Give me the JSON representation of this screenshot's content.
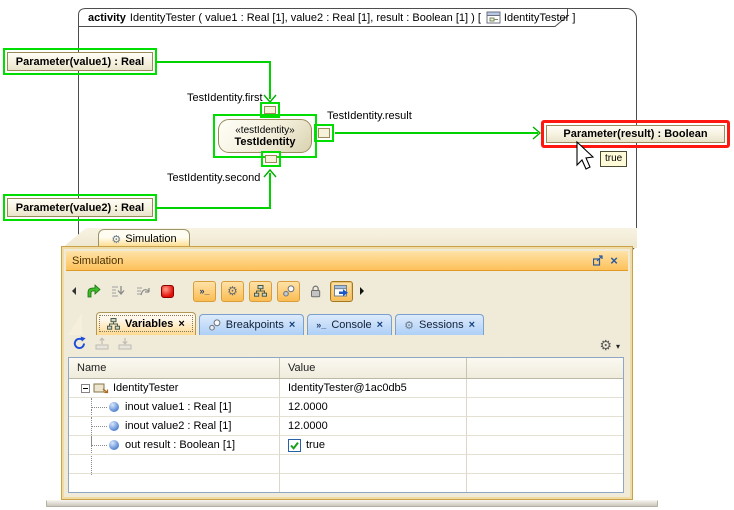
{
  "diagram": {
    "frame": {
      "keyword": "activity",
      "signature": "IdentityTester ( value1 : Real [1], value2 : Real [1], result : Boolean [1] ) [",
      "diagram_ref": "IdentityTester ]",
      "icon": "activity-diagram-icon"
    },
    "parameters": {
      "value1": "Parameter(value1) : Real",
      "value2": "Parameter(value2) : Real",
      "result": "Parameter(result) : Boolean"
    },
    "action": {
      "stereotype": "«testIdentity»",
      "name": "TestIdentity"
    },
    "pin_labels": {
      "first": "TestIdentity.first",
      "result": "TestIdentity.result",
      "second": "TestIdentity.second"
    },
    "tooltip": "true",
    "colors": {
      "selection_green": "#00dd00",
      "selection_red": "#ff1810",
      "flow_green": "#00d200",
      "node_border": "#9a8c5a"
    }
  },
  "simulation": {
    "doc_tab": "Simulation",
    "panel_title": "Simulation",
    "window_icons": {
      "float": "float-window-icon",
      "close": "×"
    },
    "glyphs": {
      "gear": "⚙",
      "console": "»_",
      "dropdown": "▾",
      "close": "×",
      "collapse_minus": "−"
    },
    "toolbar": {
      "icons": [
        "toolbar-handle-left",
        "resume-icon",
        "step-into-icon",
        "step-over-icon",
        "terminate-icon",
        "console-toggle-icon",
        "options-toggle-icon",
        "variables-toggle-icon",
        "breakpoints-toggle-icon",
        "lock-icon",
        "animation-toggle-icon",
        "toolbar-expand-right"
      ]
    },
    "tabs": [
      {
        "label": "Variables",
        "icon": "variables-icon",
        "active": true,
        "close": "×"
      },
      {
        "label": "Breakpoints",
        "icon": "breakpoints-icon",
        "active": false,
        "close": "×"
      },
      {
        "label": "Console",
        "icon": "console-icon",
        "active": false,
        "close": "×"
      },
      {
        "label": "Sessions",
        "icon": "sessions-icon",
        "active": false,
        "close": "×"
      }
    ],
    "table_toolbar": {
      "icons": [
        "refresh-icon",
        "store-disabled-icon",
        "restore-disabled-icon",
        "gear-menu-icon"
      ]
    },
    "table": {
      "columns": [
        "Name",
        "Value"
      ],
      "rows": [
        {
          "name": "IdentityTester",
          "value": "IdentityTester@1ac0db5",
          "level": 0,
          "expanded": true
        },
        {
          "name": "inout value1 : Real [1]",
          "value": "12.0000",
          "level": 1
        },
        {
          "name": "inout value2 : Real [1]",
          "value": "12.0000",
          "level": 1
        },
        {
          "name": "out result : Boolean [1]",
          "value": "true",
          "level": 1,
          "checkbox": true
        }
      ]
    }
  }
}
